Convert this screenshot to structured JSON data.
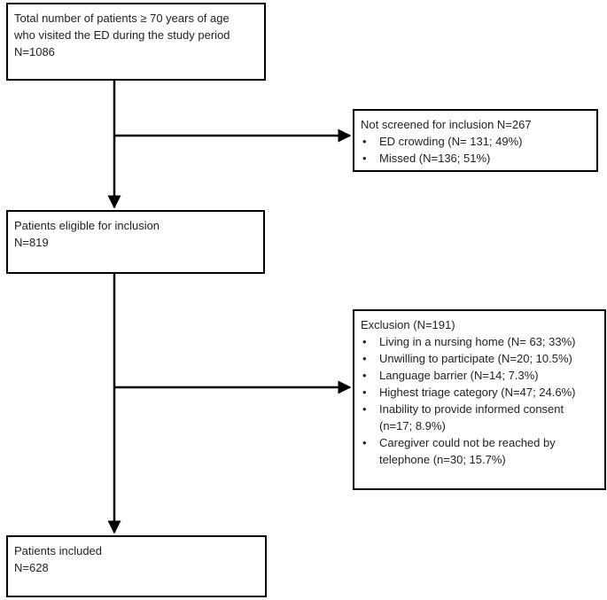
{
  "total": {
    "line1": "Total number of patients ≥ 70 years of age",
    "line2": "who visited the ED during the study period",
    "line3": "N=1086"
  },
  "not_screened": {
    "title": "Not screened for inclusion N=267",
    "items": [
      "ED crowding (N= 131; 49%)",
      "Missed (N=136; 51%)"
    ]
  },
  "eligible": {
    "line1": "Patients eligible for inclusion",
    "line2": "N=819"
  },
  "exclusion": {
    "title": "Exclusion (N=191)",
    "items": [
      "Living in a nursing home (N= 63; 33%)",
      "Unwilling to participate (N=20; 10.5%)",
      "Language barrier (N=14; 7.3%)",
      "Highest triage category (N=47; 24.6%)",
      "Inability to provide informed consent (n=17; 8.9%)",
      "Caregiver could not be reached by telephone (n=30; 15.7%)"
    ]
  },
  "included": {
    "line1": "Patients included",
    "line2": "N=628"
  }
}
